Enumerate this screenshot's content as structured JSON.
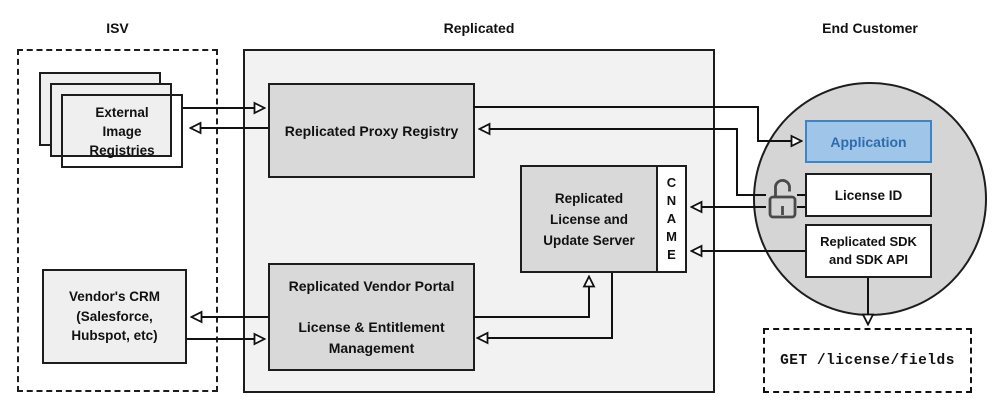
{
  "header": {
    "isv": "ISV",
    "replicated": "Replicated",
    "end_customer": "End Customer"
  },
  "isv": {
    "registries_lines": [
      "External",
      "Image",
      "Registries"
    ],
    "crm_lines": [
      "Vendor's CRM",
      "(Salesforce,",
      "Hubspot, etc)"
    ]
  },
  "replicated": {
    "proxy_registry": "Replicated Proxy Registry",
    "license_server_lines": [
      "Replicated",
      "License and",
      "Update Server"
    ],
    "cname_letters": [
      "C",
      "N",
      "A",
      "M",
      "E"
    ],
    "vendor_portal": {
      "title": "Replicated Vendor Portal",
      "subtitle_lines": [
        "License & Entitlement",
        "Management"
      ]
    }
  },
  "end_customer": {
    "application": "Application",
    "license_id": "License ID",
    "sdk_lines": [
      "Replicated SDK",
      "and SDK API"
    ],
    "api_call": "GET /license/fields"
  },
  "icons": {
    "unlock": "unlock-icon",
    "arrows": "connector-arrows"
  },
  "colors": {
    "container_fill": "#f2f2f2",
    "node_fill": "#d9d9d9",
    "circle_fill": "#d5d5d5",
    "application_fill": "#9fc5e8",
    "application_border": "#3d85c6",
    "application_text": "#2d6dad",
    "line": "#111111"
  }
}
